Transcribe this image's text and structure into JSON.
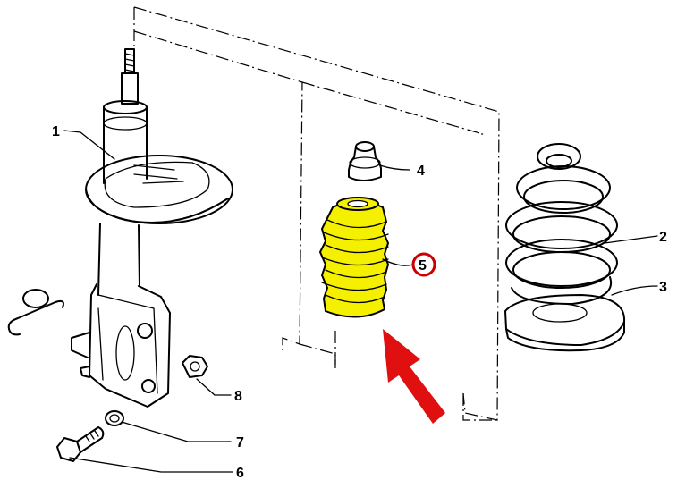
{
  "diagram": {
    "callouts": [
      {
        "id": "1",
        "label": "1",
        "part": "strut"
      },
      {
        "id": "2",
        "label": "2",
        "part": "coil-spring"
      },
      {
        "id": "3",
        "label": "3",
        "part": "spring-seat"
      },
      {
        "id": "4",
        "label": "4",
        "part": "bump-stop"
      },
      {
        "id": "5",
        "label": "5",
        "part": "dust-boot",
        "highlighted": true
      },
      {
        "id": "6",
        "label": "6",
        "part": "bolt"
      },
      {
        "id": "7",
        "label": "7",
        "part": "washer"
      },
      {
        "id": "8",
        "label": "8",
        "part": "nut"
      }
    ],
    "colors": {
      "highlight_part_fill": "#f5f000",
      "highlight_ring": "#cc0000",
      "arrow": "#e01010",
      "line": "#000000",
      "background": "#ffffff"
    },
    "icons": [
      "red-pointer-arrow"
    ]
  }
}
